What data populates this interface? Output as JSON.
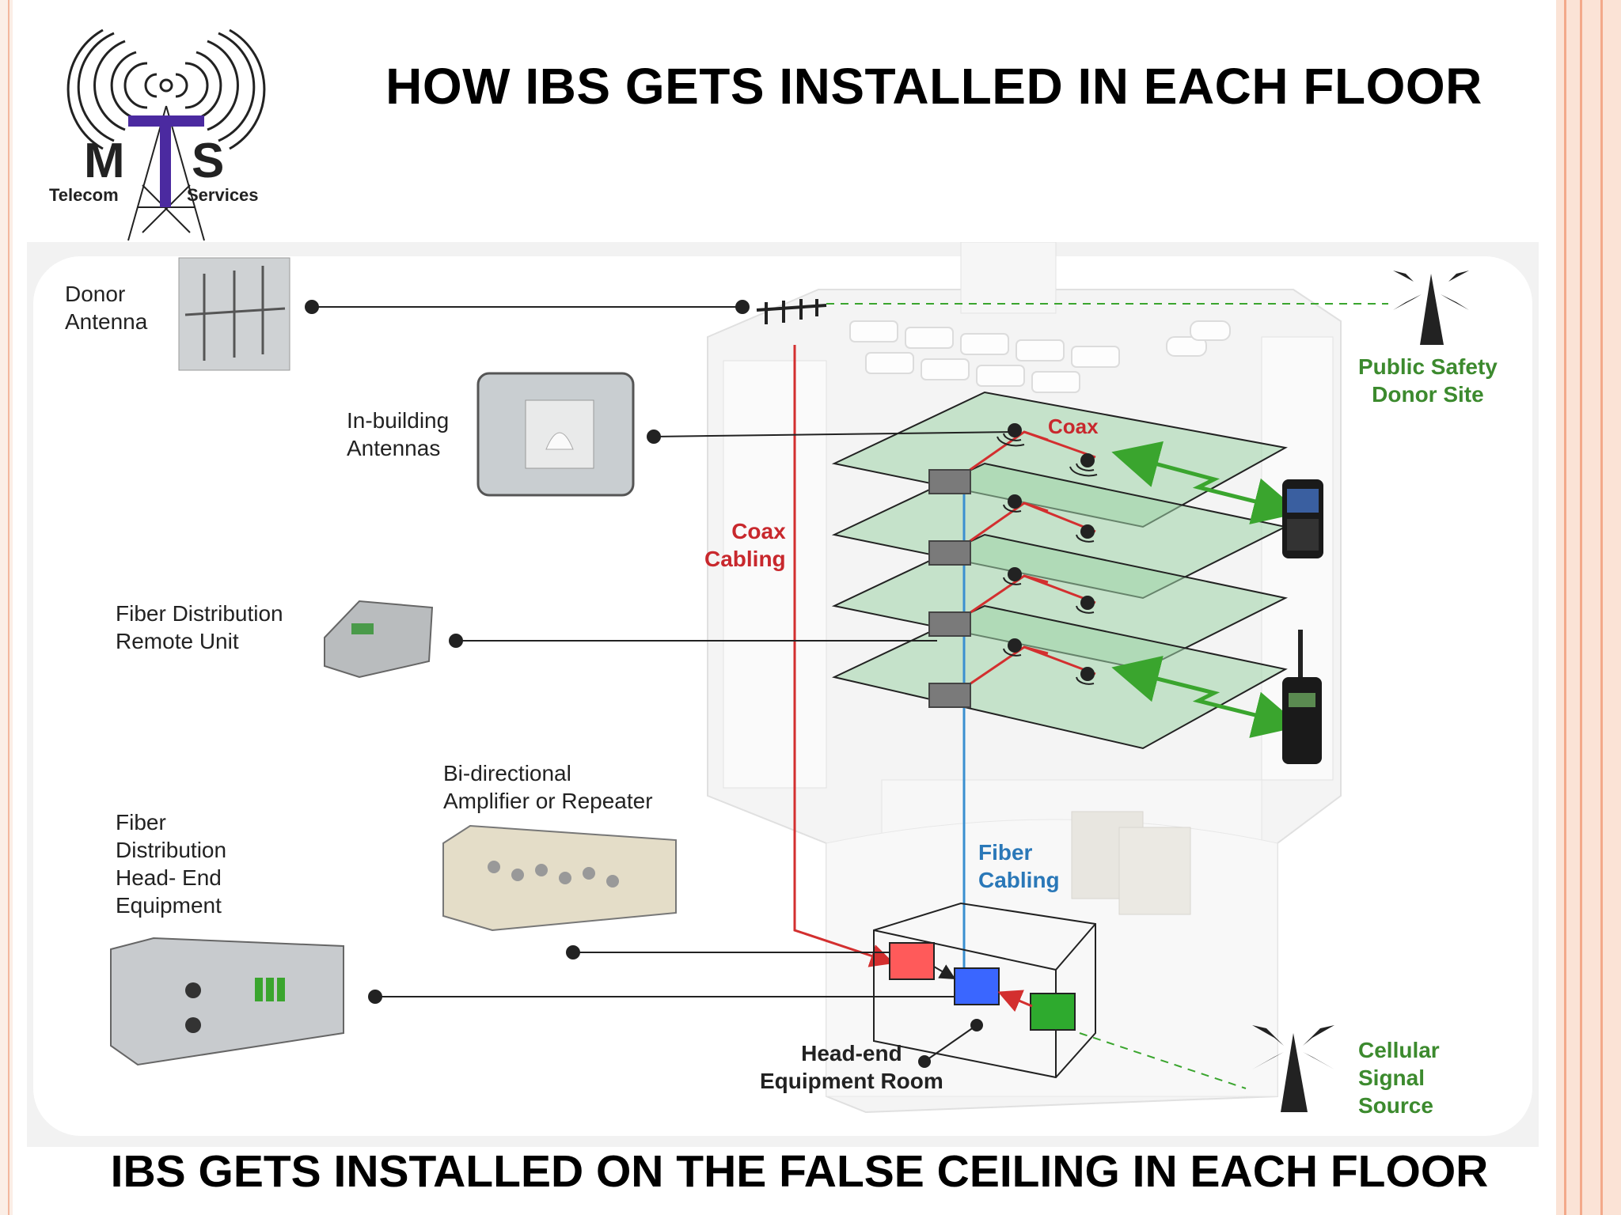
{
  "title": "HOW IBS GETS INSTALLED IN EACH FLOOR",
  "footer": "IBS GETS INSTALLED ON THE FALSE CEILING IN EACH FLOOR",
  "logo": {
    "m": "M",
    "t": "T",
    "s": "S",
    "left_word": "Telecom",
    "right_word": "Services"
  },
  "labels": {
    "donor_antenna": "Donor\nAntenna",
    "in_building_antennas": "In-building\nAntennas",
    "fiber_remote_unit": "Fiber Distribution\nRemote Unit",
    "bidirectional_amplifier": "Bi-directional\nAmplifier or Repeater",
    "fiber_head_end": "Fiber\nDistribution\nHead- End\nEquipment",
    "coax_top": "Coax",
    "coax_cabling": "Coax\nCabling",
    "fiber_cabling": "Fiber\nCabling",
    "public_safety_donor_site": "Public Safety\nDonor Site",
    "cellular_signal_source": "Cellular\nSignal\nSource",
    "head_end_equipment_room": "Head-end\nEquipment Room"
  },
  "colors": {
    "coax": "#d32f2f",
    "fiber": "#3a8fd0",
    "wireless": "#3aa52e",
    "floor": "#9fd3a8"
  }
}
